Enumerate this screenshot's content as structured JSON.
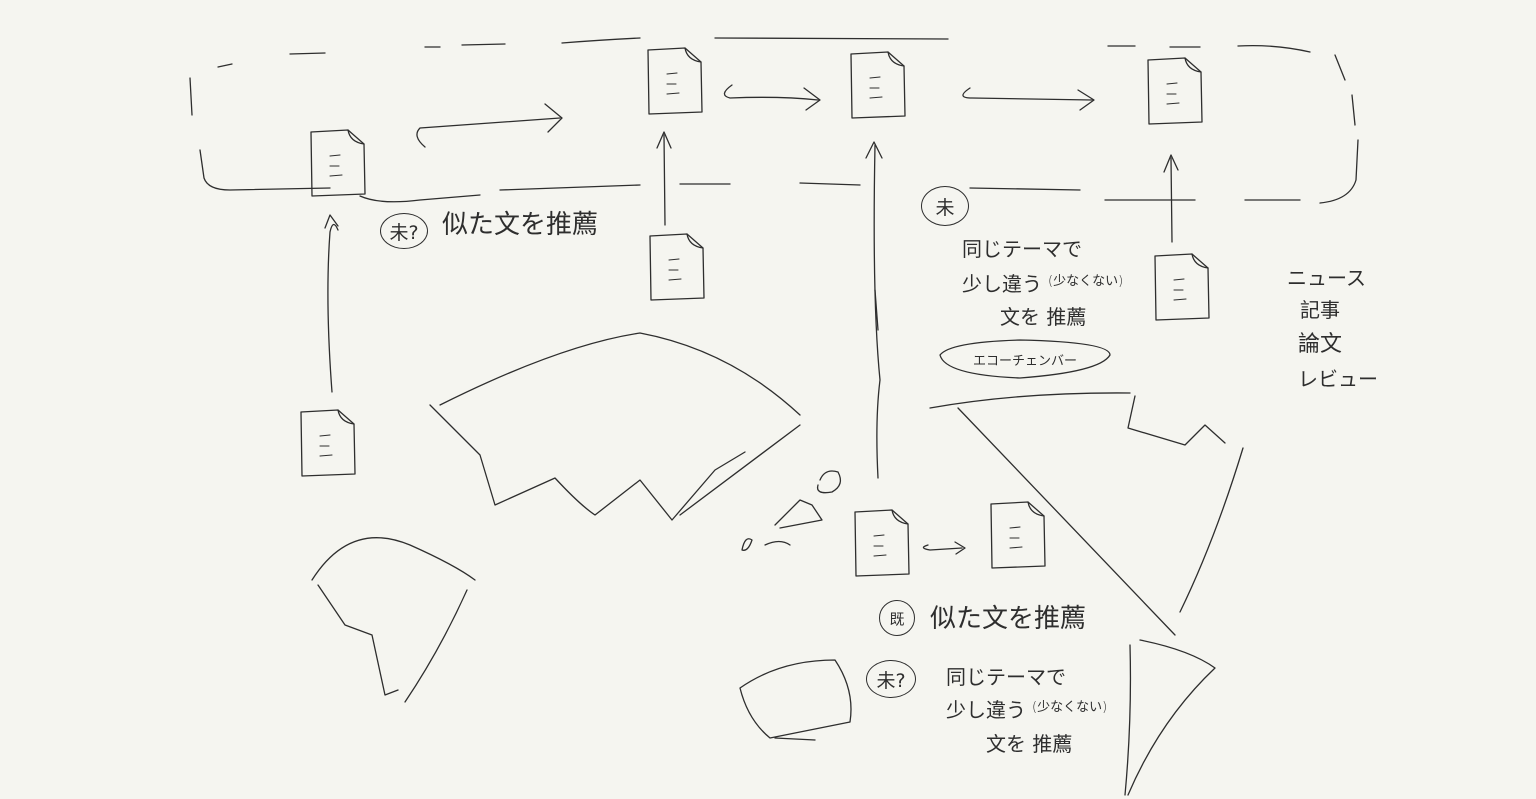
{
  "labels": {
    "unread_q": "未?",
    "unread": "未",
    "read": "既",
    "recommend_similar": "似た文を推薦",
    "same_theme_line1": "同じテーマで",
    "same_theme_line2": "少し違う",
    "same_theme_paren": "(少なくない)",
    "same_theme_line3": "文を 推薦",
    "echo_chamber": "エコーチェンバー"
  },
  "content_types": [
    "ニュース",
    "記事",
    "論文",
    "レビュー"
  ],
  "colors": {
    "ink": "#2e2e2e",
    "paper": "#f5f5f0"
  }
}
